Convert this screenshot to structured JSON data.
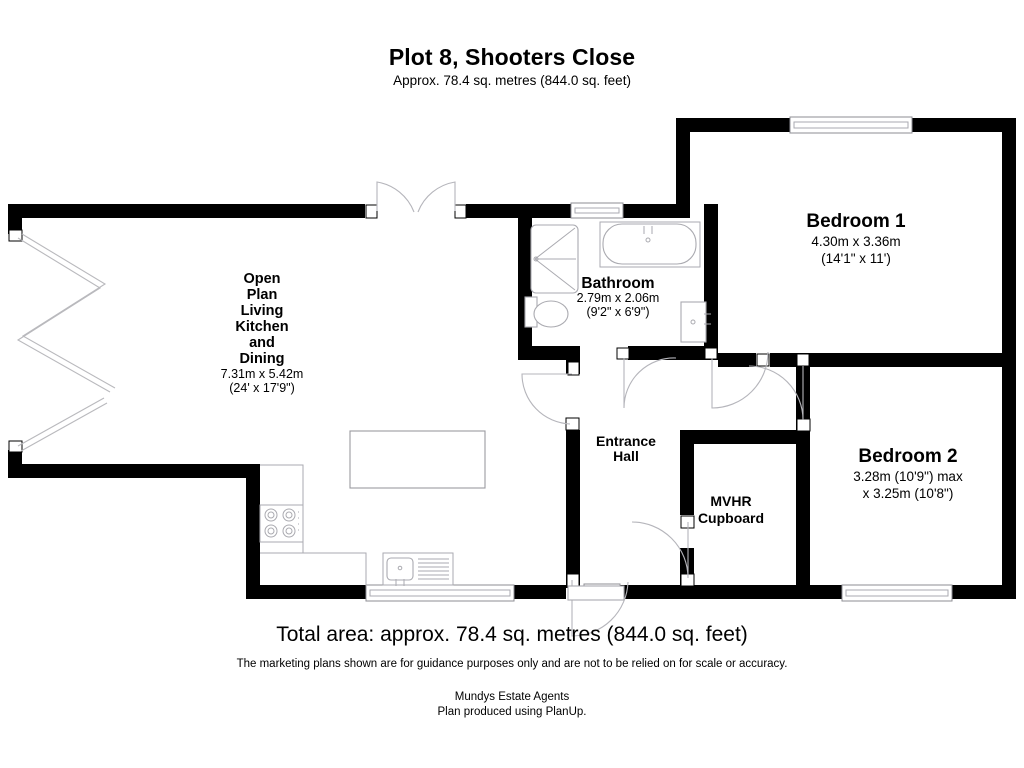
{
  "header": {
    "title": "Plot 8, Shooters Close",
    "subtitle": "Approx. 78.4 sq. metres (844.0 sq. feet)"
  },
  "footer": {
    "total_area": "Total area: approx. 78.4 sq. metres (844.0 sq. feet)",
    "disclaimer": "The marketing plans shown are for guidance purposes only and are not to be relied on for scale or accuracy.",
    "agent": "Mundys Estate Agents",
    "producer": "Plan produced using PlanUp."
  },
  "rooms": {
    "open_plan": {
      "line1": "Open",
      "line2": "Plan",
      "line3": "Living",
      "line4": "Kitchen",
      "line5": "and",
      "line6": "Dining",
      "dim_metric": "7.31m x 5.42m",
      "dim_imperial": "(24' x 17'9\")"
    },
    "bathroom": {
      "name": "Bathroom",
      "dim_metric": "2.79m x 2.06m",
      "dim_imperial": "(9'2\" x 6'9\")"
    },
    "bedroom1": {
      "name": "Bedroom 1",
      "dim_metric": "4.30m x 3.36m",
      "dim_imperial": "(14'1\" x 11')"
    },
    "bedroom2": {
      "name": "Bedroom 2",
      "dim_metric": "3.28m (10'9\") max",
      "dim_imperial": "x 3.25m (10'8\")"
    },
    "entrance_hall": {
      "line1": "Entrance",
      "line2": "Hall"
    },
    "mvhr": {
      "line1": "MVHR",
      "line2": "Cupboard"
    }
  },
  "colors": {
    "wall": "#000000",
    "fixture_stroke": "#aaaab0",
    "door_swing": "#b5b5bb",
    "paper": "#ffffff"
  },
  "fixtures": [
    {
      "id": "shower-tray",
      "room": "bathroom"
    },
    {
      "id": "bathtub",
      "room": "bathroom"
    },
    {
      "id": "toilet",
      "room": "bathroom"
    },
    {
      "id": "wash-basin",
      "room": "bathroom"
    },
    {
      "id": "hob",
      "room": "open_plan"
    },
    {
      "id": "kitchen-sink",
      "room": "open_plan"
    },
    {
      "id": "dining-table",
      "room": "open_plan"
    }
  ],
  "openings": [
    {
      "id": "bifold-doors-upper-left",
      "type": "bi-fold"
    },
    {
      "id": "single-door-lower-left",
      "type": "swing"
    },
    {
      "id": "french-doors-top",
      "type": "double-swing"
    },
    {
      "id": "window-bathroom",
      "type": "window"
    },
    {
      "id": "window-bedroom1",
      "type": "window"
    },
    {
      "id": "window-bedroom2",
      "type": "window"
    },
    {
      "id": "window-kitchen",
      "type": "window"
    },
    {
      "id": "front-door",
      "type": "swing"
    },
    {
      "id": "door-bathroom",
      "type": "swing"
    },
    {
      "id": "door-bedroom1",
      "type": "swing"
    },
    {
      "id": "door-bedroom2",
      "type": "swing"
    },
    {
      "id": "door-living",
      "type": "swing"
    },
    {
      "id": "door-mvhr",
      "type": "swing"
    }
  ]
}
